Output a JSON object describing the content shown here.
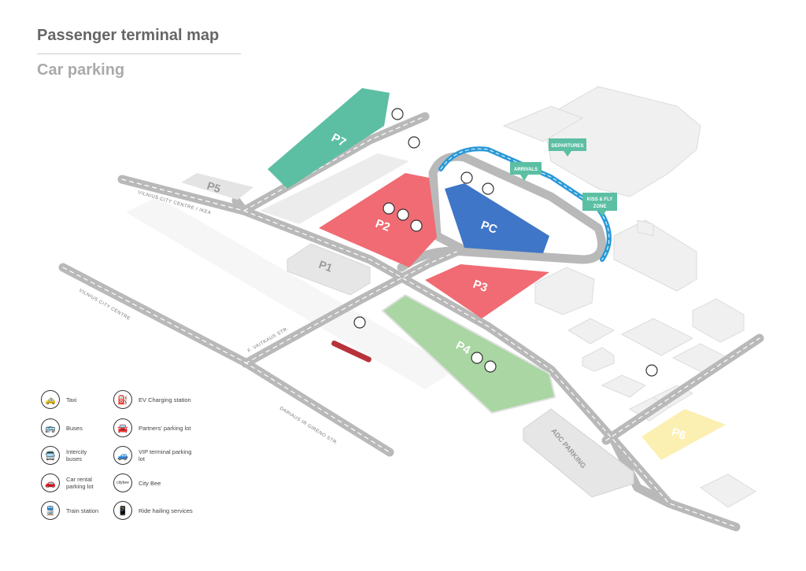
{
  "header": {
    "title": "Passenger terminal map",
    "subtitle": "Car parking"
  },
  "parking": {
    "p7": "P7",
    "p5": "P5",
    "p2": "P2",
    "pc": "PC",
    "p1": "P1",
    "p3": "P3",
    "p4": "P4",
    "p6": "P6",
    "adc": "ADC PARKING"
  },
  "callouts": {
    "departures": "DEPARTURES",
    "arrivals": "ARRIVALS",
    "kiss_fly_1": "KISS & FLY",
    "kiss_fly_2": "ZONE"
  },
  "roads": {
    "r1": "VILNIUS CITY CENTRE / IKEA",
    "r2": "VILNIUS CITY CENTRE",
    "r3": "F. VAITKAUS STR.",
    "r4": "DARIAUS IR GIRĖNO STR."
  },
  "colors": {
    "p7": "#5cbfa4",
    "red": "#f06b73",
    "pc": "#3f76c7",
    "p4": "#a9d6a2",
    "p6": "#fbefb2",
    "road": "#b9b9b9",
    "loop": "#2a9ad8",
    "callout": "#5cbfa4"
  },
  "legend": [
    {
      "icon": "taxi-icon",
      "glyph": "🚕",
      "label": "Taxi"
    },
    {
      "icon": "bus-icon",
      "glyph": "🚌",
      "label": "Buses"
    },
    {
      "icon": "intercity-bus-icon",
      "glyph": "🚍",
      "label": "Intercity buses"
    },
    {
      "icon": "car-rental-icon",
      "glyph": "🚗",
      "label": "Car rental parking lot"
    },
    {
      "icon": "train-icon",
      "glyph": "🚆",
      "label": "Train station"
    },
    {
      "icon": "ev-charging-icon",
      "glyph": "⛽",
      "label": "EV Charging station"
    },
    {
      "icon": "partners-parking-icon",
      "glyph": "🚘",
      "label": "Partners' parking lot"
    },
    {
      "icon": "vip-parking-icon",
      "glyph": "🚙",
      "label": "VIP terminal parking lot"
    },
    {
      "icon": "city-bee-icon",
      "glyph": "citybee",
      "label": "City Bee"
    },
    {
      "icon": "ride-hailing-icon",
      "glyph": "📱",
      "label": "Ride hailing services"
    }
  ]
}
